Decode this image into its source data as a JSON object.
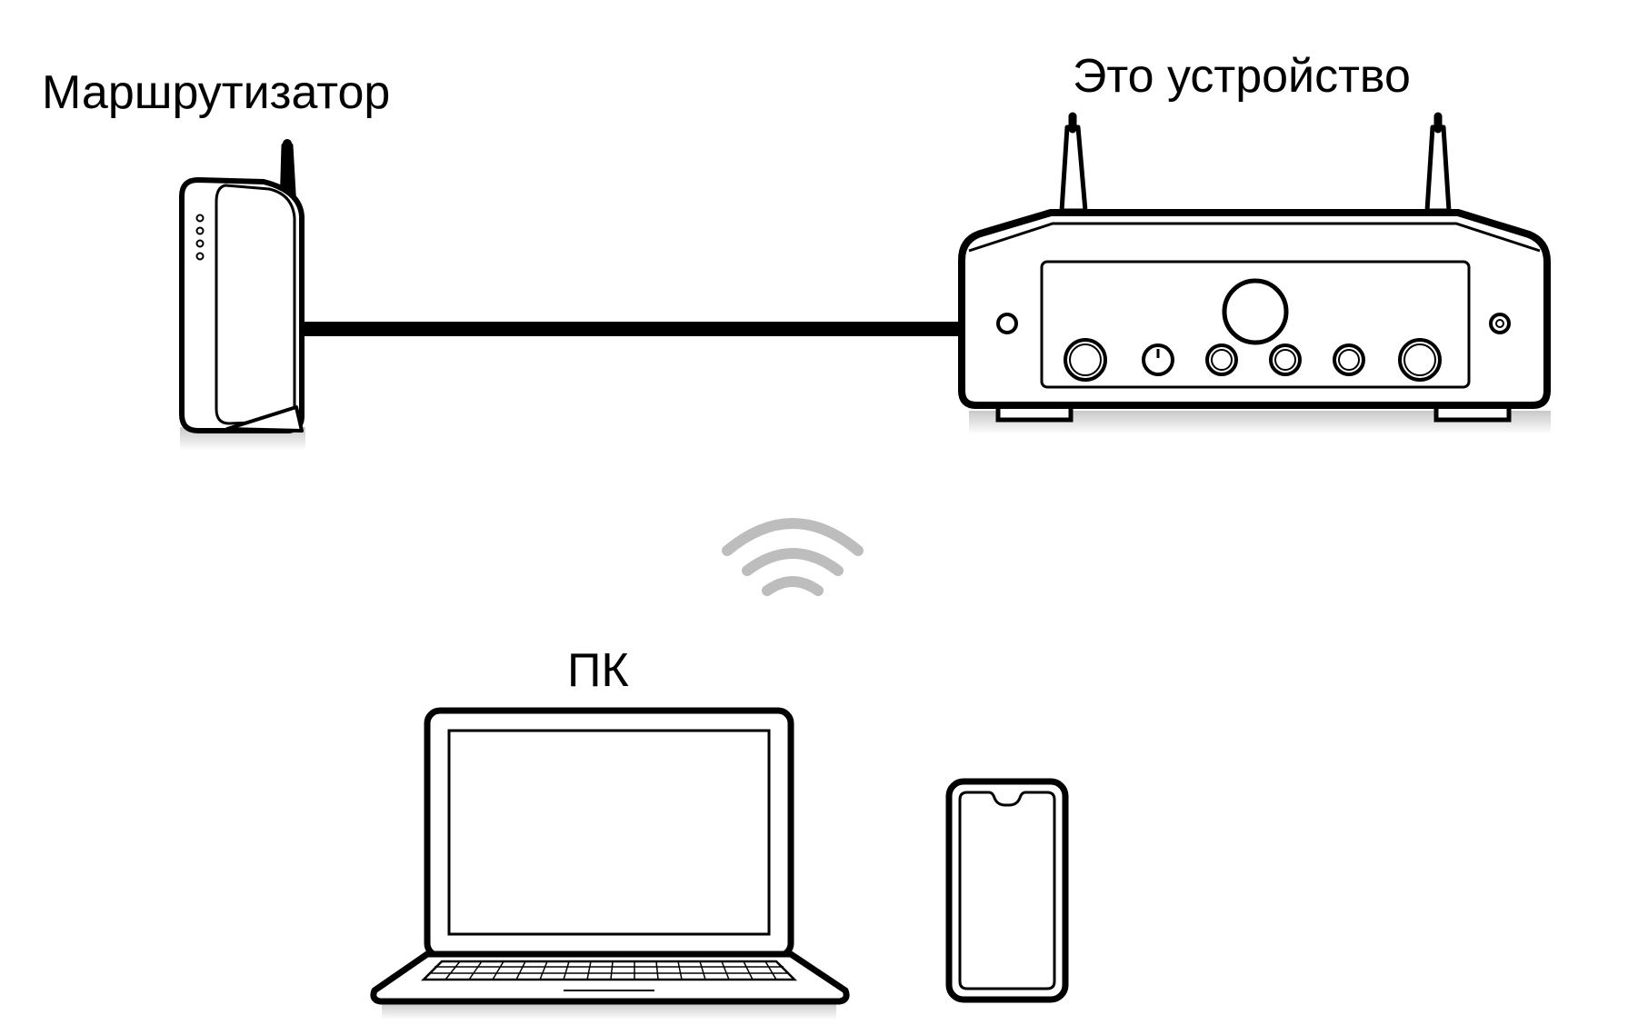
{
  "labels": {
    "router": "Маршрутизатор",
    "device": "Это устройство",
    "pc": "ПК"
  },
  "icons": {
    "router": "router-icon",
    "device": "amplifier-icon",
    "wifi": "wifi-icon",
    "laptop": "laptop-icon",
    "phone": "smartphone-icon"
  },
  "colors": {
    "stroke": "#000000",
    "background": "#ffffff",
    "wifi": "#bdbdbd"
  }
}
